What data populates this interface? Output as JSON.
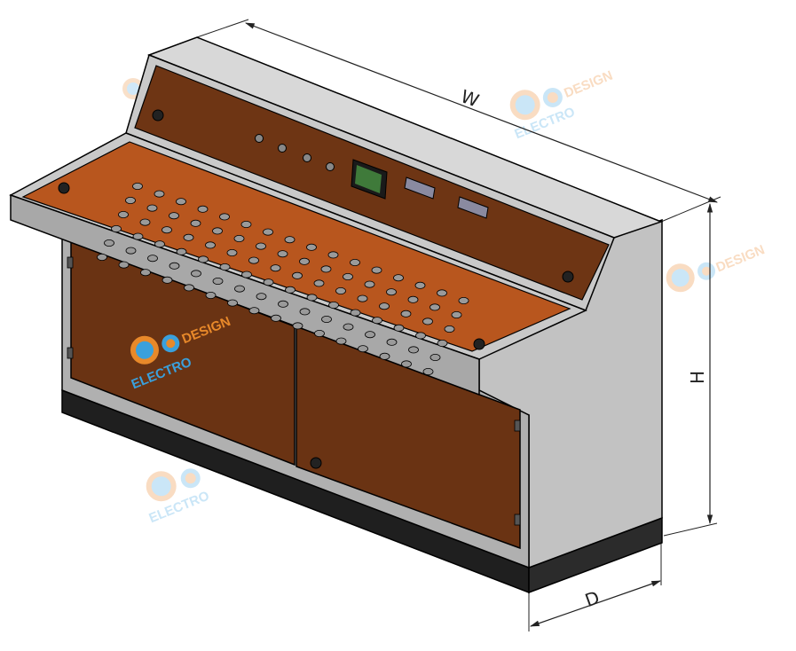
{
  "diagram": {
    "title": "Control desk console isometric drawing",
    "dimensions": {
      "width_label": "W",
      "height_label": "H",
      "depth_label": "D"
    },
    "watermark": {
      "left_word": "ELECTRO",
      "right_word": "DESIGN",
      "colors": {
        "blue": "#3aa0dc",
        "orange": "#e8892a"
      }
    },
    "colors": {
      "panel_brown": "#6e3514",
      "panel_orange": "#b8561e",
      "frame_gray": "#c8c8c8",
      "side_gray": "#bdbdbd",
      "top_gray": "#d9d9d9",
      "base_black": "#1e1e1e",
      "display_green": "#3f7a3a",
      "slot_gray": "#8a8aa0"
    },
    "components": {
      "upper_panel_buttons": 4,
      "display": "digital meter",
      "rectangular_cutouts": 2,
      "desk_button_rows": 6,
      "doors": 2
    }
  }
}
